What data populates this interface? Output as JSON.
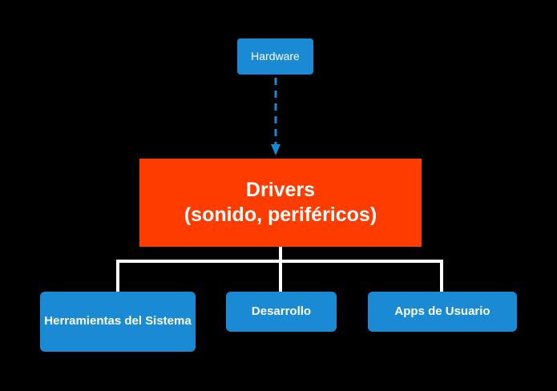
{
  "diagram": {
    "background_color": "#000000",
    "nodes": [
      {
        "id": "hardware",
        "label": "Hardware",
        "color": "#1b8ad4",
        "text_color": "#ffffff"
      },
      {
        "id": "drivers",
        "label_line1": "Drivers",
        "label_line2": "(sonido, periféricos)",
        "color": "#ff3c00",
        "text_color": "#ffffff"
      },
      {
        "id": "tools",
        "label": "Herramientas del Sistema",
        "color": "#1b8ad4",
        "text_color": "#ffffff"
      },
      {
        "id": "development",
        "label": "Desarrollo",
        "color": "#1b8ad4",
        "text_color": "#ffffff"
      },
      {
        "id": "user_apps",
        "label": "Apps de Usuario",
        "color": "#1b8ad4",
        "text_color": "#ffffff"
      }
    ],
    "connectors": [
      {
        "id": "hardware-to-drivers",
        "style": "dashed",
        "color": "#1b8ad4",
        "arrow": true
      },
      {
        "id": "drivers-to-children",
        "style": "solid",
        "color": "#ffffff",
        "arrow": false
      }
    ]
  }
}
